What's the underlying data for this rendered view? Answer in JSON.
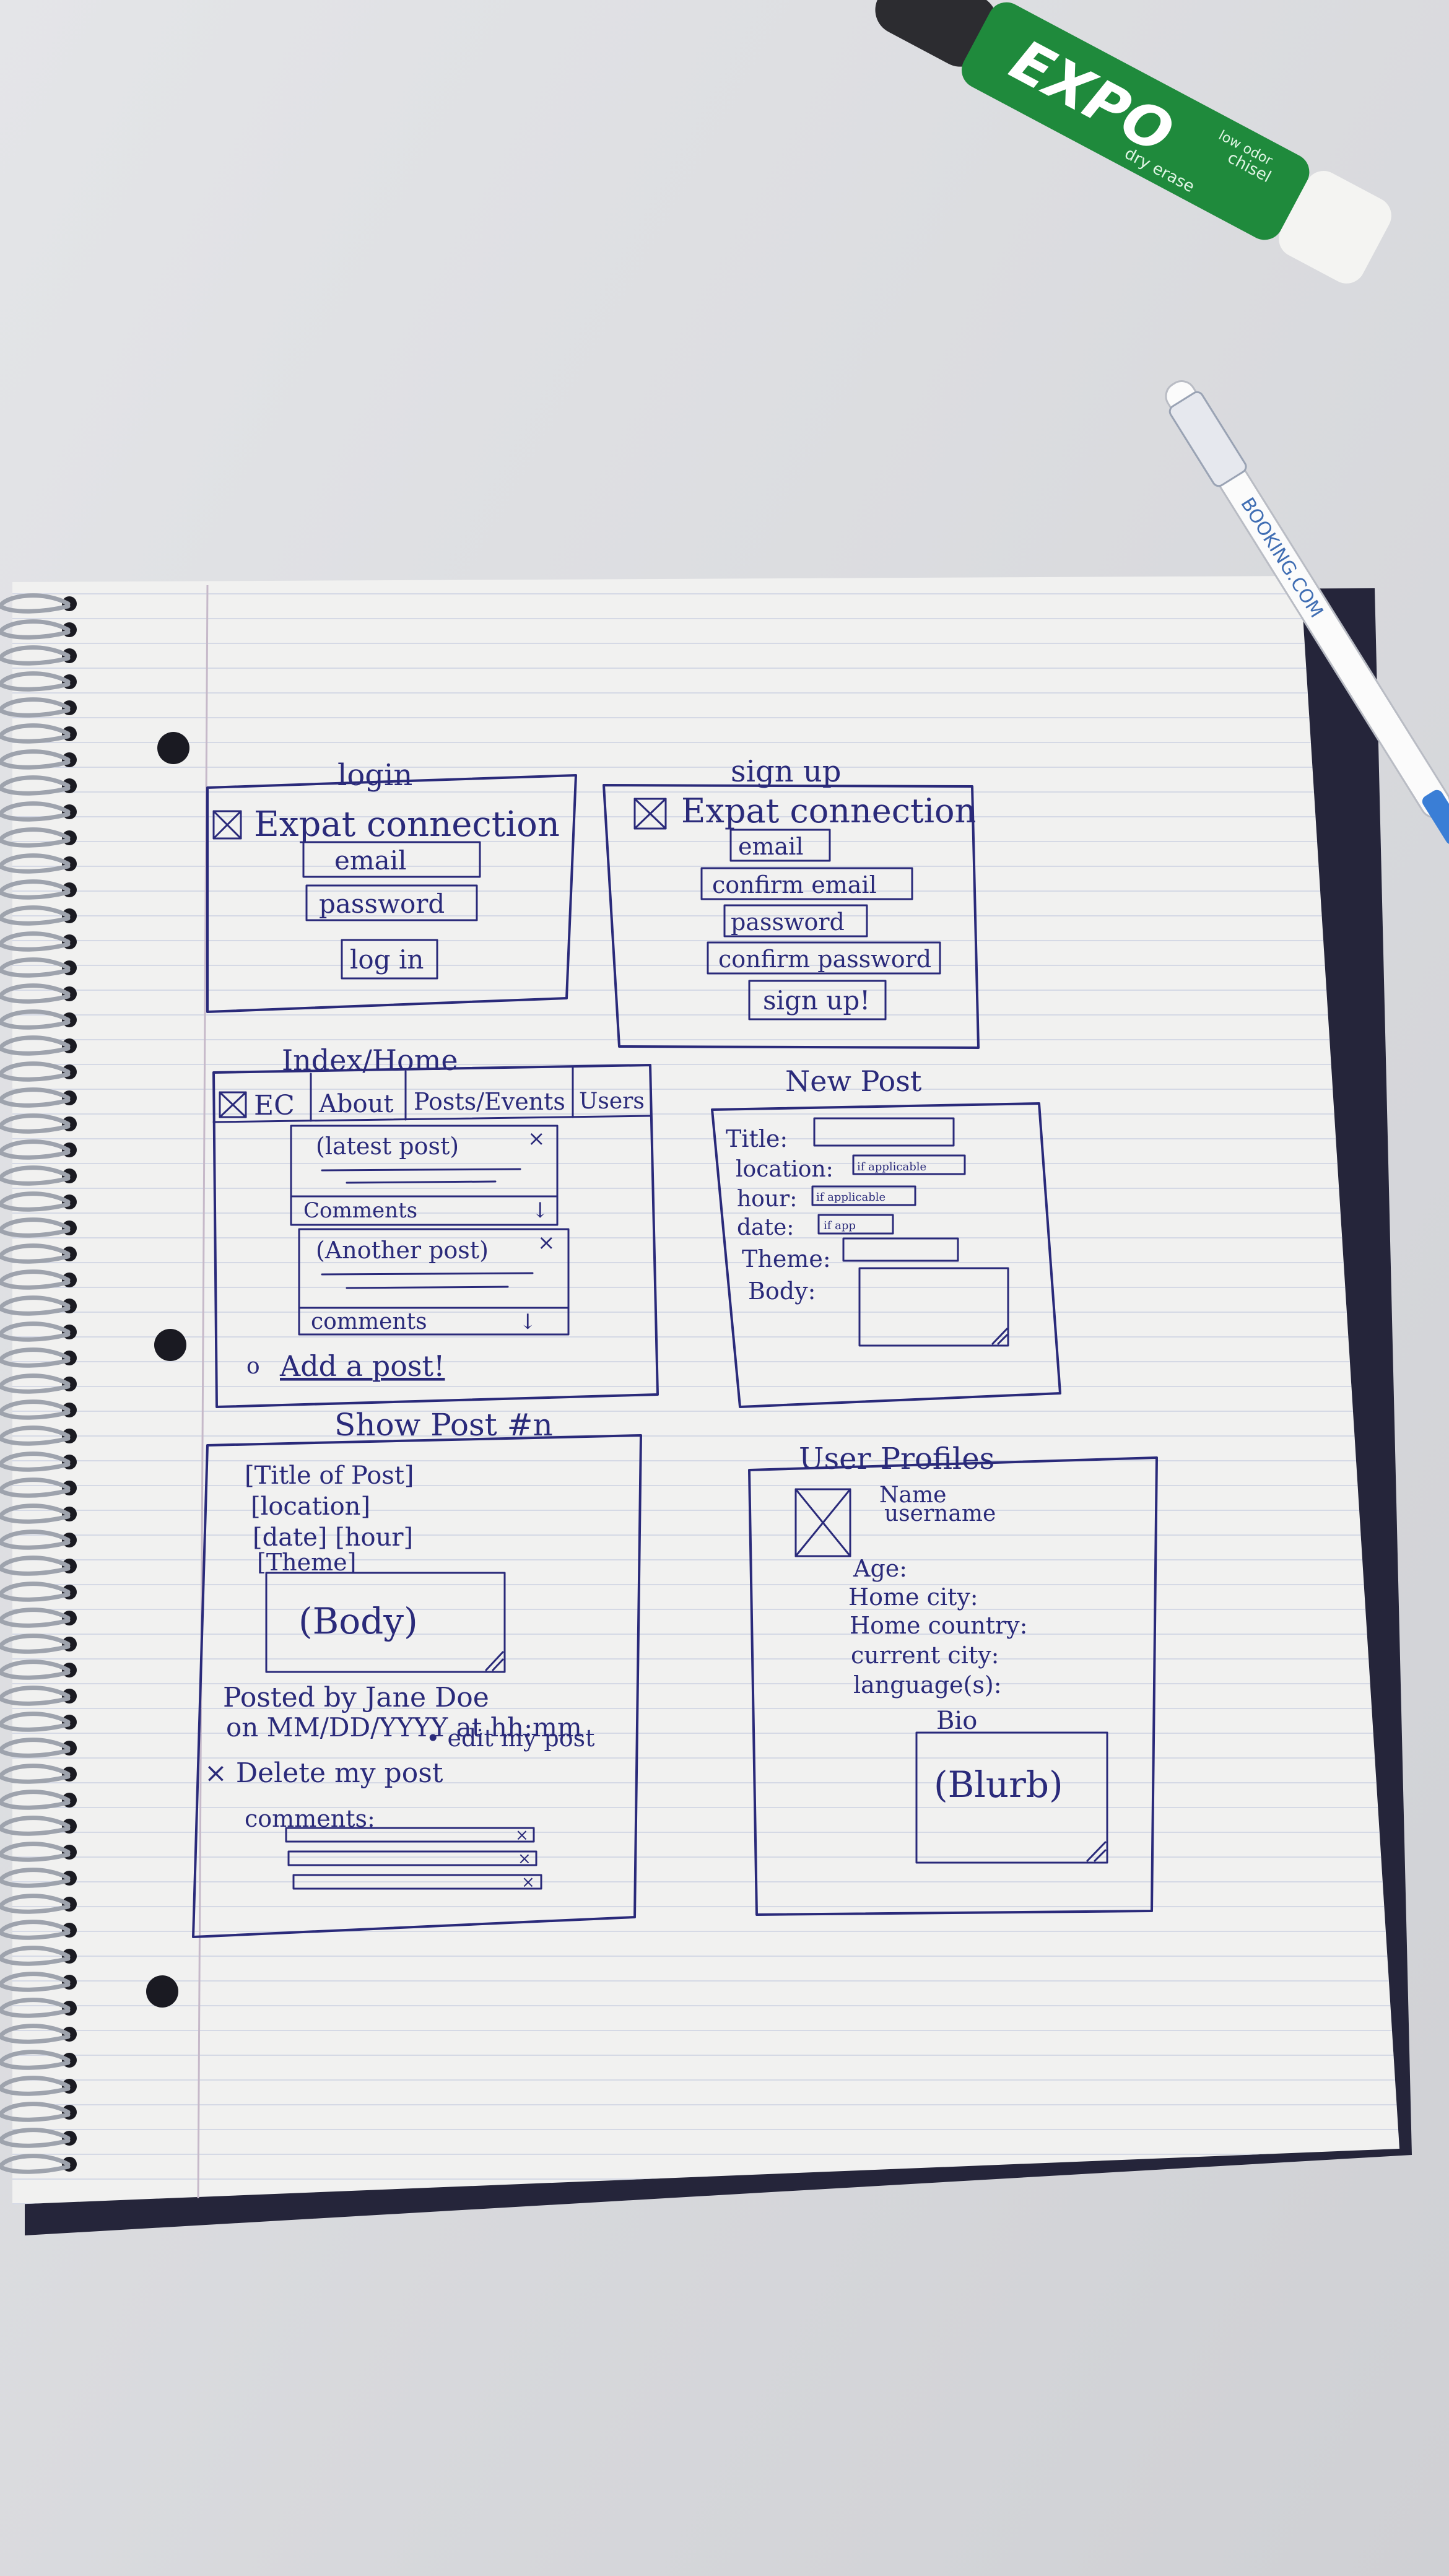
{
  "marker": {
    "brand": "EXPO",
    "line1": "dry erase",
    "line2": "chisel",
    "line3": "low odor",
    "body_color": "#1f8a3c"
  },
  "pen": {
    "label": "BOOKING.COM"
  },
  "sketches": {
    "login": {
      "caption": "login",
      "brand": "Expat connection",
      "email": "email",
      "password": "password",
      "button": "log in"
    },
    "signup": {
      "caption": "sign up",
      "brand": "Expat connection",
      "email": "email",
      "confirm_email": "confirm email",
      "password": "password",
      "confirm_password": "confirm password",
      "button": "sign up!"
    },
    "index": {
      "caption": "Index/Home",
      "tabs": [
        "EC",
        "About",
        "Posts/Events",
        "Users"
      ],
      "post1": "(latest post)",
      "post1_comments": "Comments",
      "post2": "(Another post)",
      "post2_comments": "comments",
      "add_post": "Add a post!"
    },
    "newpost": {
      "caption": "New Post",
      "fields": [
        {
          "label": "Title:",
          "hint": ""
        },
        {
          "label": "location:",
          "hint": "if applicable"
        },
        {
          "label": "hour:",
          "hint": "if applicable"
        },
        {
          "label": "date:",
          "hint": "if app"
        },
        {
          "label": "Theme:",
          "hint": ""
        },
        {
          "label": "Body:",
          "hint": ""
        }
      ]
    },
    "showpost": {
      "caption": "Show Post #n",
      "title": "[Title of Post]",
      "location": "[location]",
      "date_hour": "[date] [hour]",
      "theme": "[Theme]",
      "body": "(Body)",
      "posted_by": "Posted by Jane Doe",
      "posted_on": "on MM/DD/YYYY at hh:mm",
      "edit": "• edit my post",
      "delete": "× Delete my post",
      "comments_label": "comments:"
    },
    "profiles": {
      "caption": "User Profiles",
      "name": "Name",
      "username": "username",
      "fields": [
        "Age:",
        "Home city:",
        "Home country:",
        "current city:",
        "language(s):"
      ],
      "bio": "Bio",
      "blurb": "(Blurb)"
    }
  }
}
